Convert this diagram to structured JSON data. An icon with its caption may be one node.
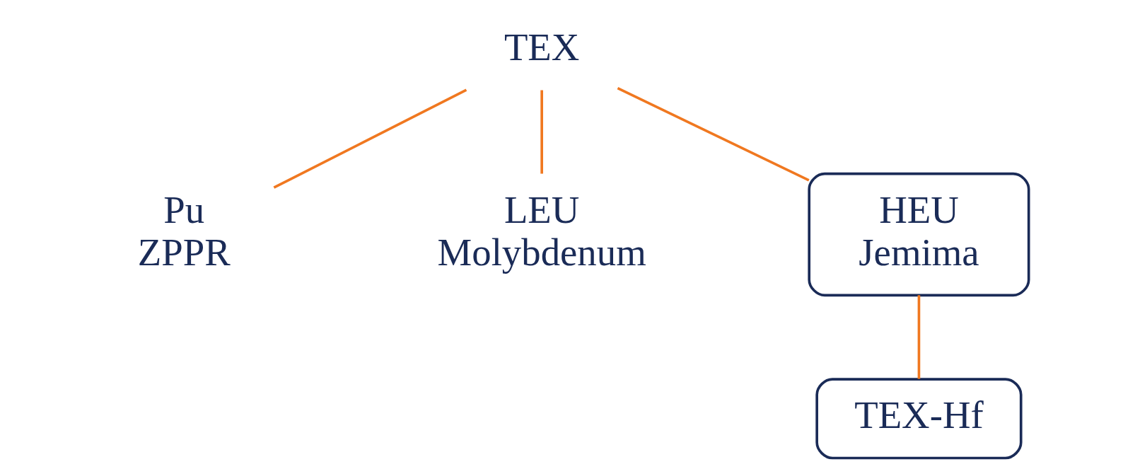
{
  "diagram": {
    "nodes": [
      {
        "text": [
          "TEX"
        ]
      },
      {
        "text": [
          "Pu",
          "ZPPR"
        ]
      },
      {
        "text": [
          "LEU",
          "Molybdenum"
        ]
      },
      {
        "text": [
          "HEU",
          "Jemima"
        ]
      },
      {
        "text": [
          "TEX-Hf"
        ]
      }
    ],
    "edges": [
      {
        "from": 0,
        "to": 1,
        "arrow": "none"
      },
      {
        "from": 0,
        "to": 2,
        "arrow": "none"
      },
      {
        "from": 0,
        "to": 3,
        "arrow": "none"
      },
      {
        "from": 3,
        "to": 4,
        "arrow": "none"
      }
    ]
  }
}
